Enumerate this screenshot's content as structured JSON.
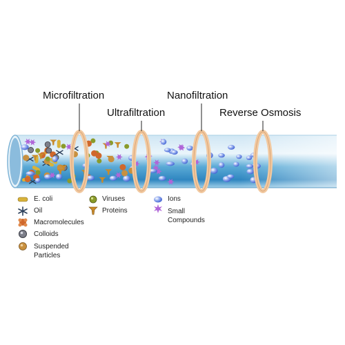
{
  "stages": [
    {
      "label": "Microfiltration"
    },
    {
      "label": "Ultrafiltration"
    },
    {
      "label": "Nanofiltration"
    },
    {
      "label": "Reverse Osmosis"
    }
  ],
  "legend": {
    "col1": [
      {
        "label": "E. coli",
        "icon": "ecoli-icon"
      },
      {
        "label": "Oil",
        "icon": "oil-icon"
      },
      {
        "label": "Macromolecules",
        "icon": "macromolecule-icon"
      },
      {
        "label": "Colloids",
        "icon": "colloid-icon"
      },
      {
        "label": "Suspended Particles",
        "icon": "suspended-particle-icon"
      }
    ],
    "col2": [
      {
        "label": "Viruses",
        "icon": "virus-icon"
      },
      {
        "label": "Proteins",
        "icon": "protein-icon"
      }
    ],
    "col3": [
      {
        "label": "Ions",
        "icon": "ion-icon"
      },
      {
        "label": "Small Compounds",
        "icon": "small-compound-icon"
      }
    ]
  },
  "colors": {
    "pipe_blue": "#4a9fd0",
    "pipe_light": "#dbeef8",
    "ring": "#f2c9a0",
    "ecoli": "#d8b23a",
    "oil": "#2b3f5a",
    "macromolecule": "#d0682c",
    "colloid": "#7d7f8a",
    "suspended": "#c8903f",
    "virus": "#8a9b2a",
    "protein": "#c98b2a",
    "ion": "#6a86e0",
    "small_compound": "#b066d8"
  }
}
